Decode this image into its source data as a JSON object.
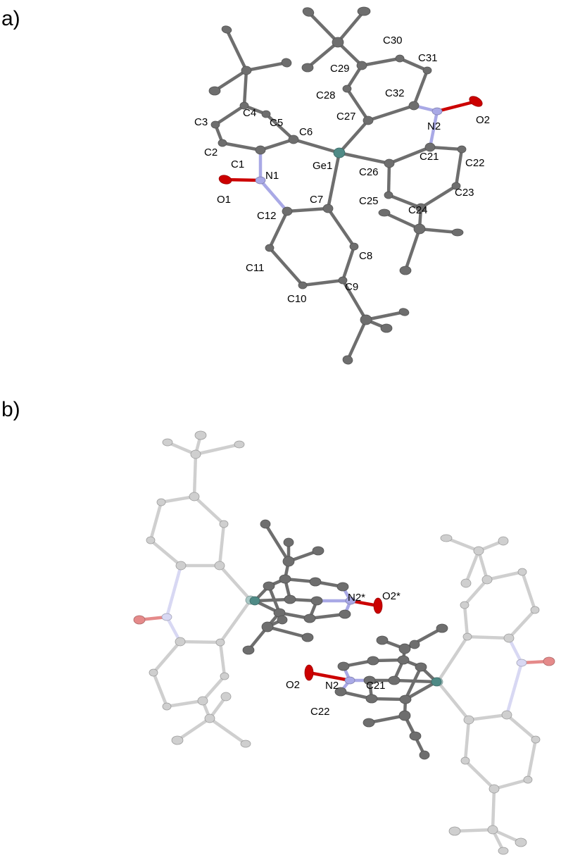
{
  "panels": [
    {
      "id": "a",
      "label": "a)"
    },
    {
      "id": "b",
      "label": "b)"
    }
  ],
  "colors": {
    "carbon": "#6e6e6e",
    "carbon_faded": "#cfcfcf",
    "nitrogen": "#a9a9e6",
    "nitrogen_faded": "#d8d8f3",
    "oxygen": "#cc0000",
    "oxygen_faded": "#e58a8a",
    "germanium": "#4f8a86",
    "germanium_faded": "#a8c8c5"
  },
  "labels_a": {
    "C1": "C1",
    "C2": "C2",
    "C3": "C3",
    "C4": "C4",
    "C5": "C5",
    "C6": "C6",
    "C7": "C7",
    "C8": "C8",
    "C9": "C9",
    "C10": "C10",
    "C11": "C11",
    "C12": "C12",
    "N1": "N1",
    "O1": "O1",
    "Ge1": "Ge1",
    "C21": "C21",
    "C22": "C22",
    "C23": "C23",
    "C24": "C24",
    "C25": "C25",
    "C26": "C26",
    "C27": "C27",
    "C28": "C28",
    "C29": "C29",
    "C30": "C30",
    "C31": "C31",
    "C32": "C32",
    "N2": "N2",
    "O2": "O2"
  },
  "labels_b": {
    "N2s": "N2*",
    "O2s": "O2*",
    "O2": "O2",
    "N2": "N2",
    "C21": "C21",
    "C22": "C22"
  }
}
